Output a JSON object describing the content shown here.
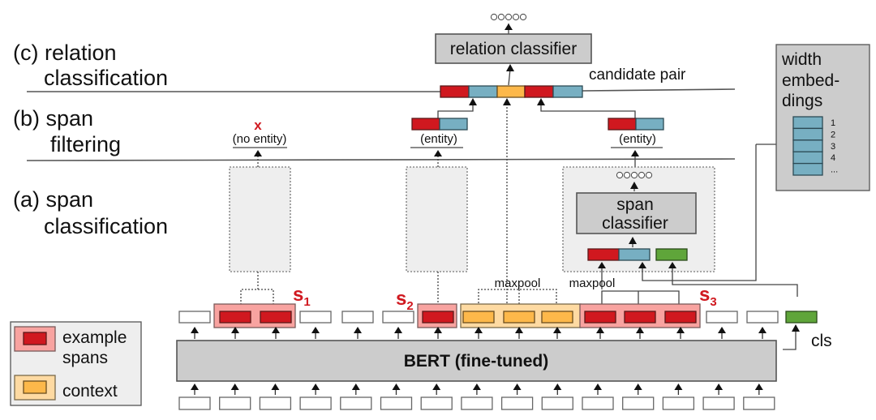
{
  "stages": {
    "c": {
      "line1": "(c) relation",
      "line2": "classification"
    },
    "b": {
      "line1": "(b) span",
      "line2": "filtering"
    },
    "a": {
      "line1": "(a) span",
      "line2": "classification"
    }
  },
  "relation_classifier": {
    "label": "relation classifier",
    "output_nodes": 5
  },
  "candidate_pair": {
    "label": "candidate pair",
    "segments": [
      "span",
      "width",
      "context",
      "span",
      "width"
    ]
  },
  "filtering": [
    {
      "mark": "x",
      "label": "(no entity)"
    },
    {
      "label": "(entity)"
    },
    {
      "label": "(entity)"
    }
  ],
  "span_classifier": {
    "line1": "span",
    "line2": "classifier",
    "output_nodes": 5
  },
  "width_embeddings": {
    "line1": "width",
    "line2": "embed-",
    "line3": "dings",
    "indices": [
      "1",
      "2",
      "3",
      "4",
      "..."
    ]
  },
  "maxpool_labels": [
    "maxpool",
    "maxpool"
  ],
  "span_labels": [
    {
      "letter": "s",
      "sub": "1"
    },
    {
      "letter": "s",
      "sub": "2"
    },
    {
      "letter": "s",
      "sub": "3"
    }
  ],
  "bert": {
    "label": "BERT (fine-tuned)"
  },
  "cls_label": "cls",
  "legend": {
    "items": [
      {
        "label_line1": "example",
        "label_line2": "spans",
        "color": "#d0181f",
        "bg": "#f8a3a0"
      },
      {
        "label_line1": "context",
        "color": "#fdb84a",
        "bg": "#fedaa2"
      }
    ]
  },
  "colors": {
    "span": "#d0181f",
    "width": "#77afc2",
    "context": "#fdb84a",
    "cls": "#5fa53a",
    "classifier": "#cccccc"
  },
  "tokens": {
    "top_row": [
      "plain",
      "span1",
      "span1",
      "plain",
      "plain",
      "plain",
      "span2",
      "context",
      "context",
      "context",
      "span3",
      "span3",
      "span3",
      "plain",
      "plain",
      "cls"
    ],
    "bottom_row_count": 15
  }
}
